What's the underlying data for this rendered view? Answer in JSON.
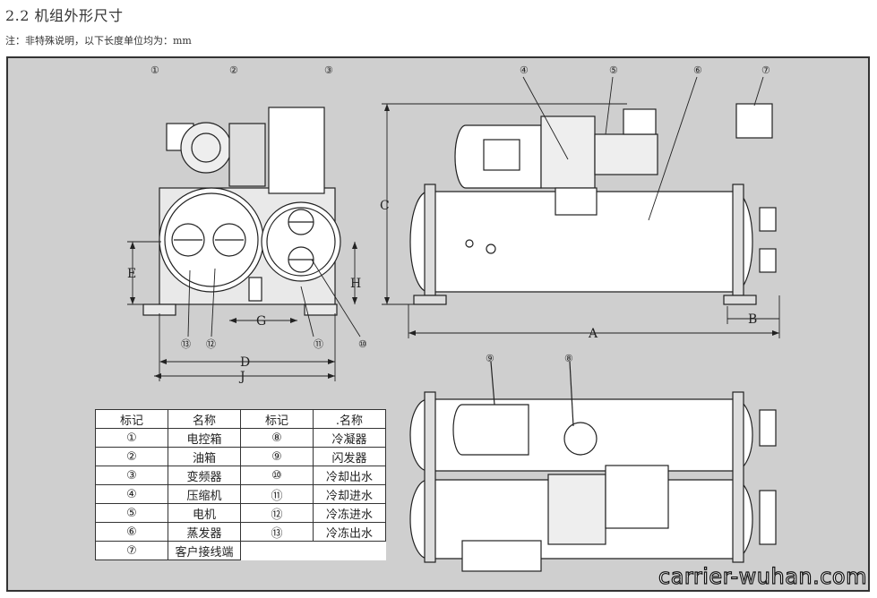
{
  "header": {
    "title": "2.2 机组外形尺寸",
    "note": "注：非特殊说明，以下长度单位均为：mm"
  },
  "callouts": [
    "①",
    "②",
    "③",
    "④",
    "⑤",
    "⑥",
    "⑦",
    "⑧",
    "⑨",
    "⑩",
    "⑪",
    "⑫",
    "⑬"
  ],
  "dimensions": [
    "A",
    "B",
    "C",
    "D",
    "E",
    "G",
    "H",
    "J"
  ],
  "legend_table": {
    "headers": [
      "标记",
      "名称",
      "标记",
      ".名称"
    ],
    "rows": [
      [
        "①",
        "电控箱",
        "⑧",
        "冷凝器"
      ],
      [
        "②",
        "油箱",
        "⑨",
        "闪发器"
      ],
      [
        "③",
        "变频器",
        "⑩",
        "冷却出水"
      ],
      [
        "④",
        "压缩机",
        "⑪",
        "冷却进水"
      ],
      [
        "⑤",
        "电机",
        "⑫",
        "冷冻进水"
      ],
      [
        "⑥",
        "蒸发器",
        "⑬",
        "冷冻出水"
      ],
      [
        "⑦",
        "客户接线端",
        "",
        ""
      ]
    ]
  },
  "watermark": "carrier-wuhan.com",
  "colors": {
    "background": "#cfcfcf",
    "line": "#222222",
    "paper": "#ffffff"
  }
}
